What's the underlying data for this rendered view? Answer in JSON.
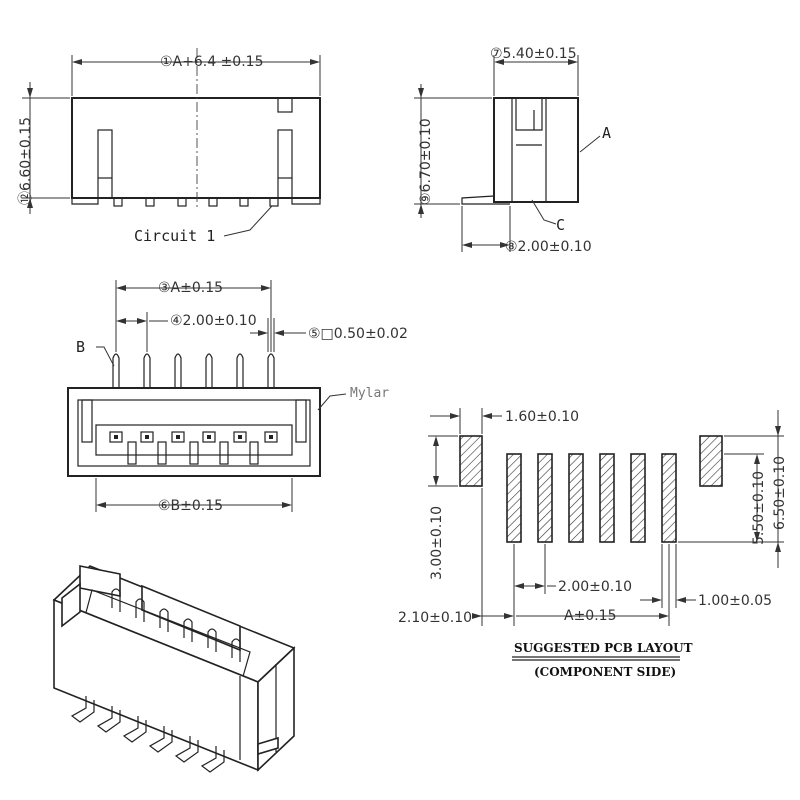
{
  "front_view": {
    "dim_width": "①A+6.4 ±0.15",
    "dim_height_total": "⑫6.60±0.15",
    "dim_height_left": "⑫",
    "circuit_label": "Circuit 1"
  },
  "side_view": {
    "dim_depth": "⑦5.40±0.15",
    "dim_height": "⑨6.70±0.10",
    "dim_pin": "⑧2.00±0.10",
    "label_a": "A",
    "label_c": "C"
  },
  "top_view": {
    "dim_pin_span": "③A±0.15",
    "dim_pitch": "④2.00±0.10",
    "dim_pin_size": "⑤□0.50±0.02",
    "dim_body": "⑥B±0.15",
    "label_b": "B",
    "label_mylar": "Mylar"
  },
  "pcb_layout": {
    "dim_tab_width": "1.60±0.10",
    "dim_tab_height": "3.00±0.10",
    "dim_offset": "2.10±0.10",
    "dim_pitch": "2.00±0.10",
    "dim_span": "A±0.15",
    "dim_pad_width": "1.00±0.05",
    "dim_pad_short": "5.50±0.10",
    "dim_pad_long": "6.50±0.10",
    "title": "SUGGESTED PCB LAYOUT",
    "subtitle": "(COMPONENT SIDE)"
  }
}
